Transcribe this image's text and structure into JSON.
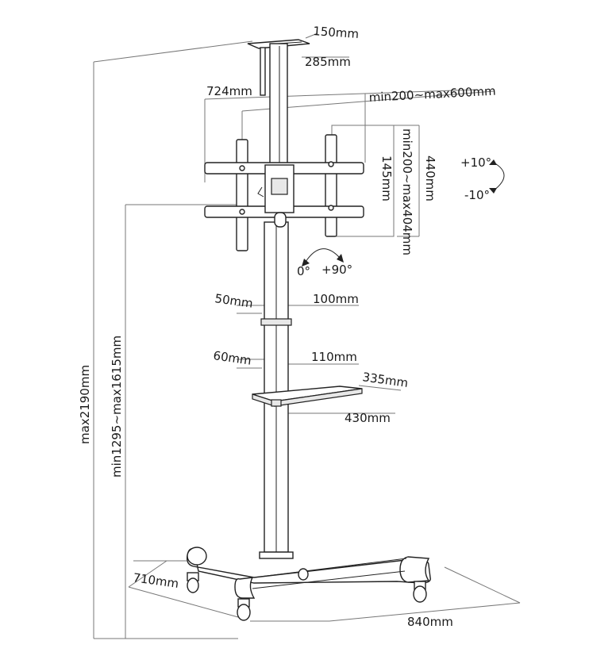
{
  "labels": {
    "top_plate_width": "150mm",
    "top_plate_depth": "285mm",
    "bracket_width": "724mm",
    "vesa_horizontal": "min200~max600mm",
    "vesa_vertical": "min200~max404mm",
    "arm_spacing": "145mm",
    "bracket_height": "440mm",
    "tilt_up": "+10°",
    "tilt_down": "-10°",
    "rotate_start": "0°",
    "rotate_end": "+90°",
    "clamp1_height": "50mm",
    "clamp1_width": "100mm",
    "clamp2_height": "60mm",
    "clamp2_width": "110mm",
    "shelf_depth": "335mm",
    "shelf_width": "430mm",
    "max_height": "max2190mm",
    "mount_height_range": "min1295~max1615mm",
    "base_depth": "710mm",
    "base_width": "840mm"
  }
}
